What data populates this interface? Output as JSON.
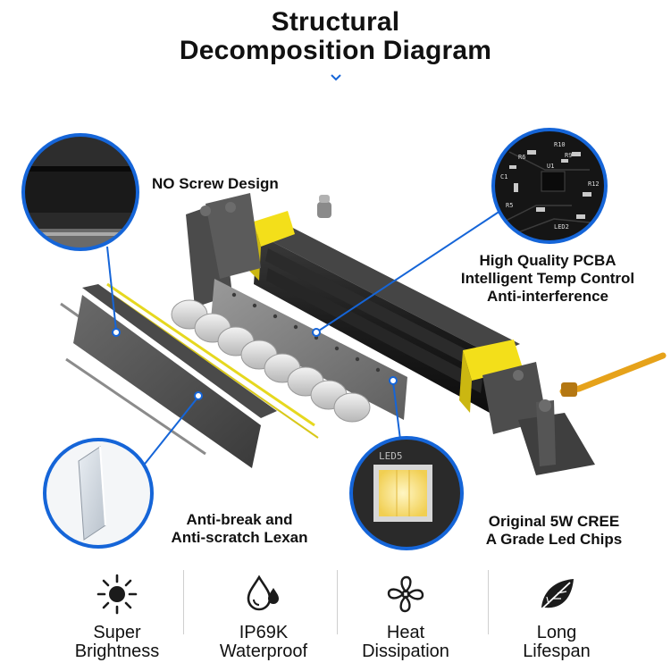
{
  "header": {
    "title_line1": "Structural",
    "title_line2": "Decomposition Diagram"
  },
  "callouts": {
    "no_screw": "NO Screw Design",
    "pcba": [
      "High Quality PCBA",
      "Intelligent Temp Control",
      "Anti-interference"
    ],
    "lexan": [
      "Anti-break and",
      "Anti-scratch Lexan"
    ],
    "chips": [
      "Original 5W CREE",
      "A Grade Led Chips"
    ],
    "chip_marking": "LED5",
    "pcb_markings": [
      "R10",
      "R9",
      "R6",
      "U1",
      "C1",
      "R12",
      "LED2",
      "R5"
    ]
  },
  "features": [
    {
      "icon": "sun-icon",
      "line1": "Super",
      "line2": "Brightness"
    },
    {
      "icon": "water-drop-icon",
      "line1": "IP69K",
      "line2": "Waterproof"
    },
    {
      "icon": "fan-icon",
      "line1": "Heat",
      "line2": "Dissipation"
    },
    {
      "icon": "leaf-icon",
      "line1": "Long",
      "line2": "Lifespan"
    }
  ],
  "colors": {
    "accent_blue": "#1565d8",
    "housing": "#1d1d1d",
    "yellow": "#f3df1a",
    "cable": "#e6a21a"
  }
}
